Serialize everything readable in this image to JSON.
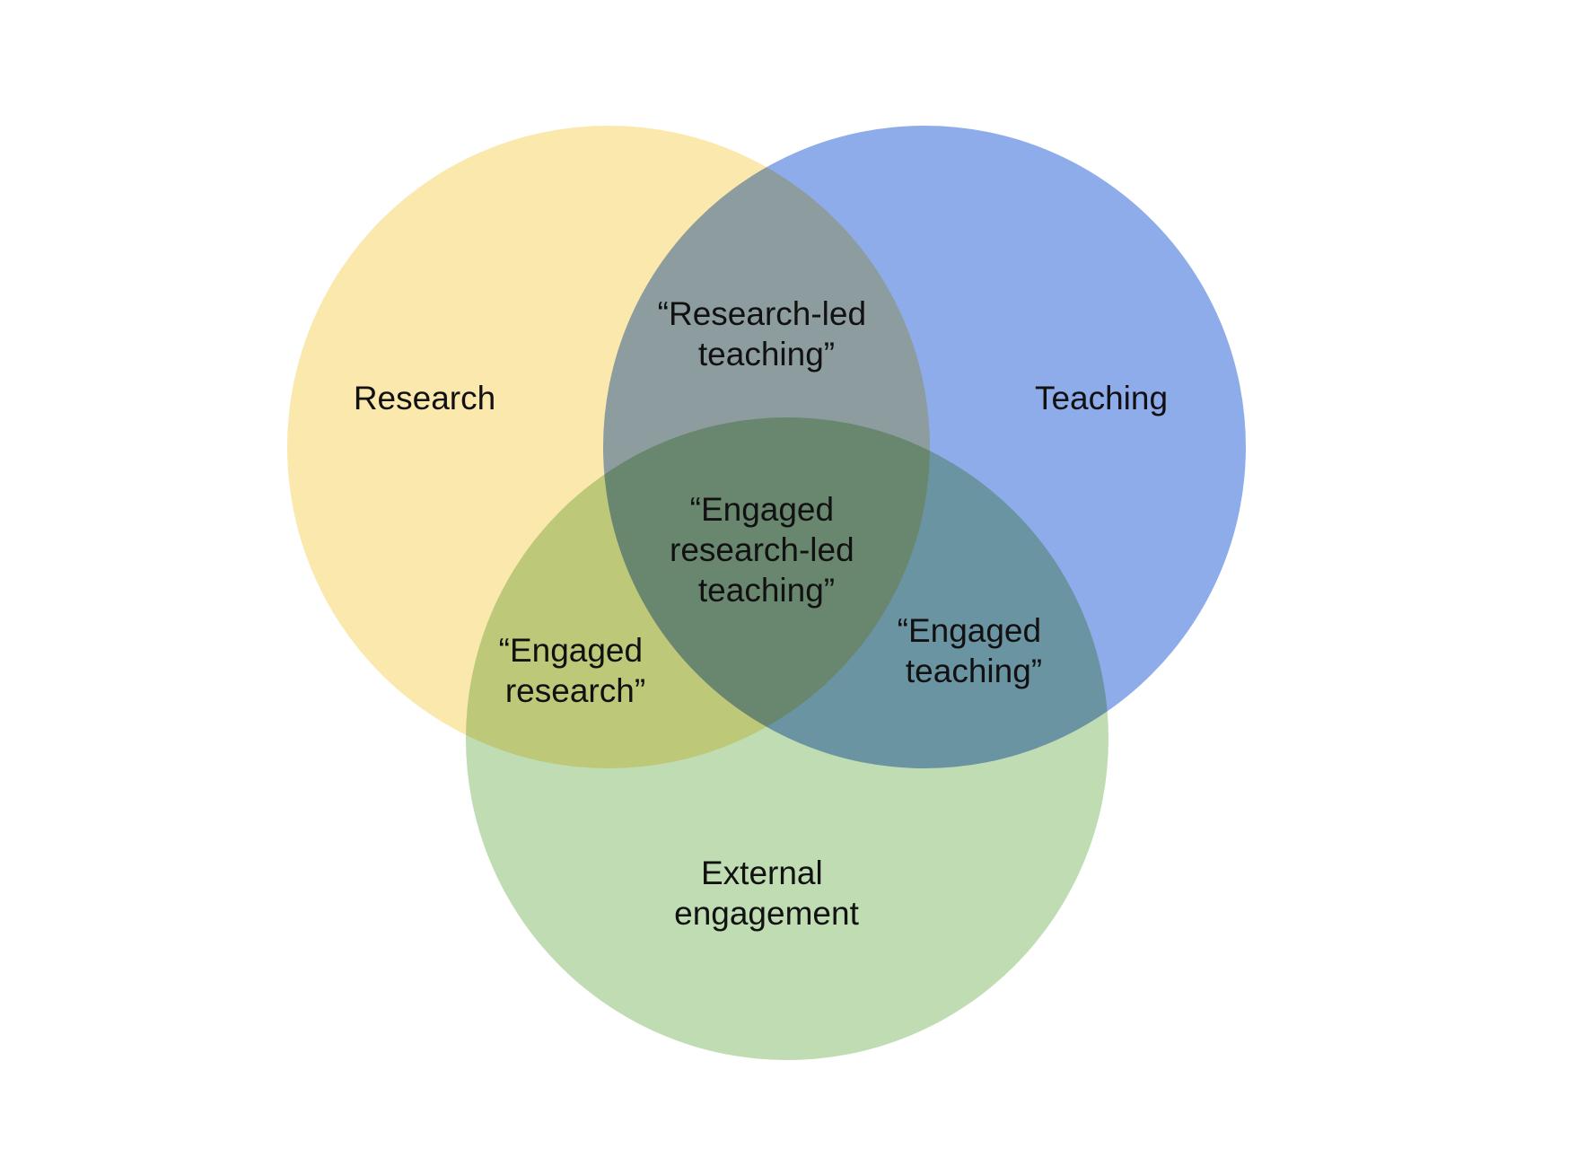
{
  "colors": {
    "background": "#ffffff",
    "research": "#fbe8ad",
    "teaching": "#8eacea",
    "external_engagement": "#c0dcb2",
    "text": "#111111"
  },
  "sets": {
    "research": {
      "label_lines": [
        "Research"
      ]
    },
    "teaching": {
      "label_lines": [
        "Teaching"
      ]
    },
    "external_engagement": {
      "label_lines": [
        "External",
        "engagement"
      ]
    }
  },
  "intersections": {
    "research_teaching": {
      "label_lines": [
        "“Research-led",
        "teaching”"
      ]
    },
    "research_engagement": {
      "label_lines": [
        "“Engaged",
        "research”"
      ]
    },
    "teaching_engagement": {
      "label_lines": [
        "“Engaged",
        "teaching”"
      ]
    },
    "all_three": {
      "label_lines": [
        "“Engaged",
        "research-led",
        "teaching”"
      ]
    }
  }
}
